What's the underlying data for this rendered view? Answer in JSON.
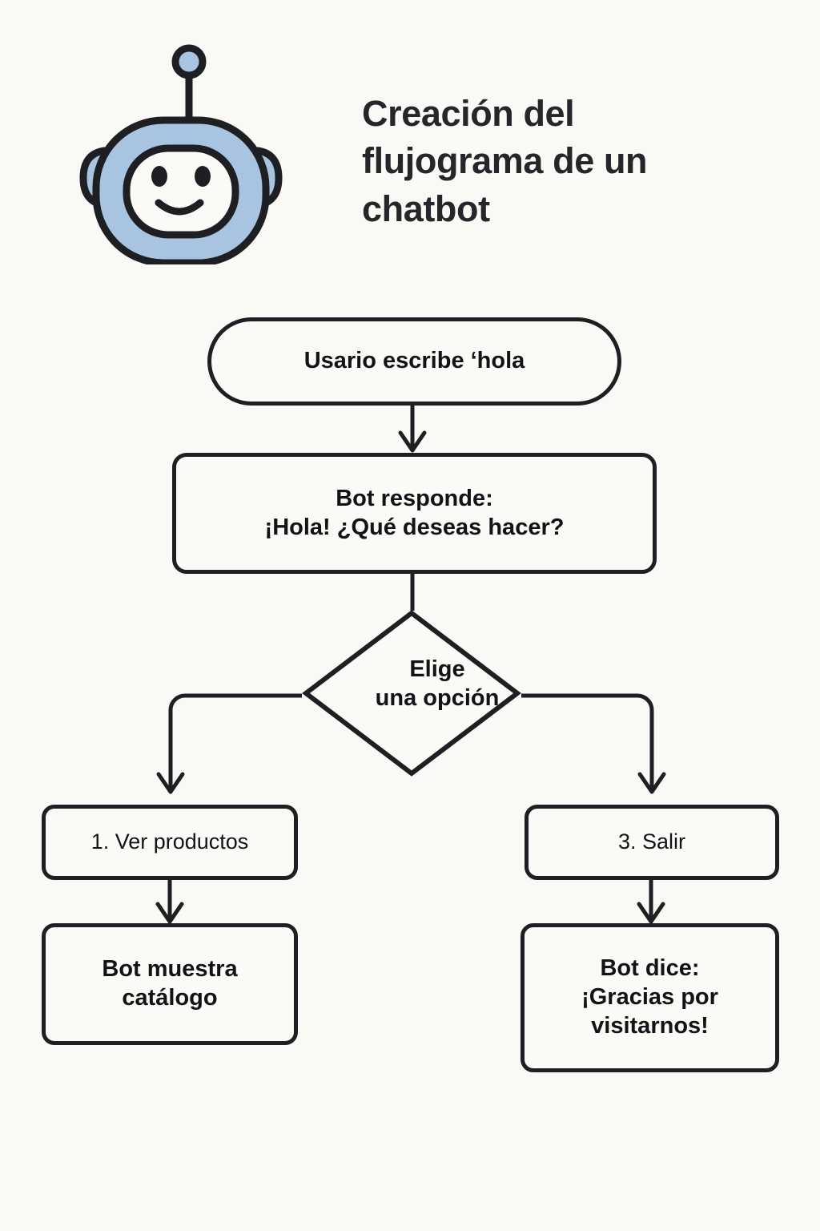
{
  "background_color": "#faf9f5",
  "ink_color": "#1d1f22",
  "accent_color": "#a8c4e0",
  "header": {
    "title": "Creación del flujograma de un chatbot",
    "icon": "robot-head-icon"
  },
  "flowchart": {
    "type": "flowchart",
    "orientation": "top-to-bottom",
    "nodes": [
      {
        "id": "start",
        "shape": "pill",
        "label": "Usario escribe ‘hola"
      },
      {
        "id": "bot-reply",
        "shape": "rounded-rect",
        "label": "Bot responde:\n¡Hola! ¿Qué deseas hacer?"
      },
      {
        "id": "decision",
        "shape": "diamond",
        "label": "Elige\nuna opción"
      },
      {
        "id": "option-products",
        "shape": "rounded-rect",
        "label": "1. Ver productos"
      },
      {
        "id": "show-catalog",
        "shape": "rounded-rect",
        "label": "Bot muestra\ncatálogo"
      },
      {
        "id": "option-exit",
        "shape": "rounded-rect",
        "label": "3. Salir"
      },
      {
        "id": "bot-thanks",
        "shape": "rounded-rect",
        "label": "Bot dice:\n¡Gracias por\nvisitarnos!"
      }
    ],
    "edges": [
      {
        "from": "start",
        "to": "bot-reply",
        "style": "straight-arrow"
      },
      {
        "from": "bot-reply",
        "to": "decision",
        "style": "straight-line"
      },
      {
        "from": "decision",
        "to": "option-products",
        "style": "elbow-left-arrow"
      },
      {
        "from": "decision",
        "to": "option-exit",
        "style": "elbow-right-arrow"
      },
      {
        "from": "option-products",
        "to": "show-catalog",
        "style": "straight-arrow"
      },
      {
        "from": "option-exit",
        "to": "bot-thanks",
        "style": "straight-arrow"
      }
    ]
  }
}
